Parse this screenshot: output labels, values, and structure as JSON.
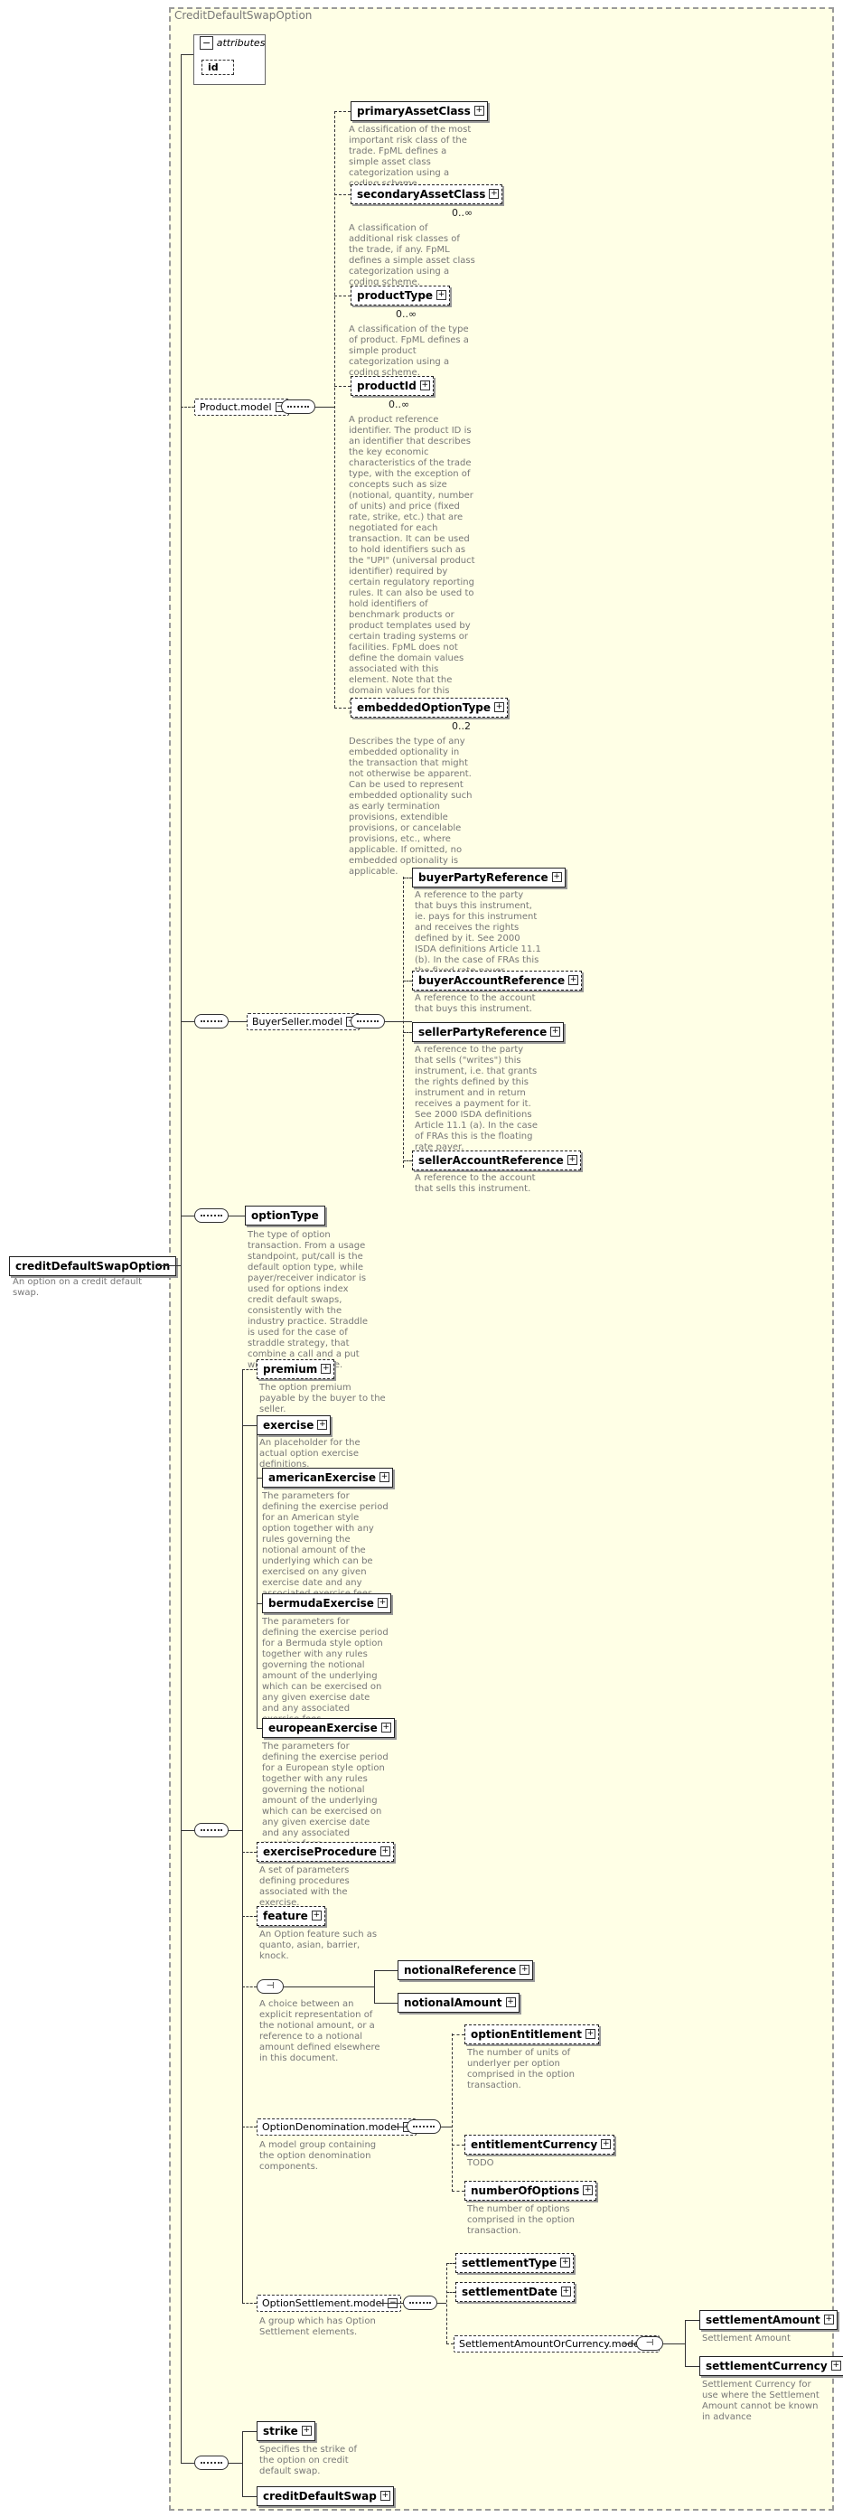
{
  "diagram": {
    "frame_title": "CreditDefaultSwapOption",
    "root": {
      "name": "creditDefaultSwapOption",
      "desc": "An option on a credit default swap."
    },
    "attributes": {
      "label": "attributes",
      "id": "id"
    },
    "product_model": {
      "label": "Product.model",
      "items": [
        {
          "name": "primaryAssetClass",
          "card": "",
          "desc": "A classification of the most important risk class of the trade. FpML defines a simple asset class categorization using a coding scheme."
        },
        {
          "name": "secondaryAssetClass",
          "card": "0..∞",
          "desc": "A classification of additional risk classes of the trade, if any. FpML defines a simple asset class categorization using a coding scheme."
        },
        {
          "name": "productType",
          "card": "0..∞",
          "desc": "A classification of the type of product. FpML defines a simple product categorization using a coding scheme."
        },
        {
          "name": "productId",
          "card": "0..∞",
          "desc": "A product reference identifier. The product ID is an identifier that describes the key economic characteristics of the trade type, with the exception of concepts such as size (notional, quantity, number of units) and price (fixed rate, strike, etc.) that are negotiated for each transaction. It can be used to hold identifiers such as the \"UPI\" (universal product identifier) required by certain regulatory reporting rules. It can also be used to hold identifiers of benchmark products or product templates used by certain trading systems or facilities. FpML does not define the domain values associated with this element. Note that the domain values for this element are not strictly an enumerated list."
        },
        {
          "name": "embeddedOptionType",
          "card": "0..2",
          "desc": "Describes the type of any embedded optionality in the transaction that might not otherwise be apparent. Can be used to represent embedded optionality such as early termination provisions, extendible provisions, or cancelable provisions, etc., where applicable. If omitted, no embedded optionality is applicable."
        }
      ]
    },
    "buyer_seller_model": {
      "label": "BuyerSeller.model",
      "items": [
        {
          "name": "buyerPartyReference",
          "desc": "A reference to the party that buys this instrument, ie. pays for this instrument and receives the rights defined by it. See 2000 ISDA definitions Article 11.1 (b). In the case of FRAs this the fixed rate payer."
        },
        {
          "name": "buyerAccountReference",
          "desc": "A reference to the account that buys this instrument."
        },
        {
          "name": "sellerPartyReference",
          "desc": "A reference to the party that sells (\"writes\") this instrument, i.e. that grants the rights defined by this instrument and in return receives a payment for it. See 2000 ISDA definitions Article 11.1 (a). In the case of FRAs this is the floating rate payer."
        },
        {
          "name": "sellerAccountReference",
          "desc": "A reference to the account that sells this instrument."
        }
      ]
    },
    "option_type": {
      "name": "optionType",
      "desc": "The type of option transaction. From a usage standpoint, put/call is the default option type, while payer/receiver indicator is used for options index credit default swaps, consistently with the industry practice. Straddle is used for the case of straddle strategy, that combine a call and a put with the same strike."
    },
    "premium": {
      "name": "premium",
      "desc": "The option premium payable by the buyer to the seller."
    },
    "exercise": {
      "name": "exercise",
      "desc": "An placeholder for the actual option exercise definitions."
    },
    "american": {
      "name": "americanExercise",
      "desc": "The parameters for defining the exercise period for an American style option together with any rules governing the notional amount of the underlying which can be exercised on any given exercise date and any associated exercise fees."
    },
    "bermuda": {
      "name": "bermudaExercise",
      "desc": "The parameters for defining the exercise period for a Bermuda style option together with any rules governing the notional amount of the underlying which can be exercised on any given exercise date and any associated exercise fees."
    },
    "european": {
      "name": "europeanExercise",
      "desc": "The parameters for defining the exercise period for a European style option together with any rules governing the notional amount of the underlying which can be exercised on any given exercise date and any associated exercise fees."
    },
    "exercise_procedure": {
      "name": "exerciseProcedure",
      "desc": "A set of parameters defining procedures associated with the exercise."
    },
    "feature": {
      "name": "feature",
      "desc": "An Option feature such as quanto, asian, barrier, knock."
    },
    "notional_choice": {
      "desc": "A choice between an explicit representation of the notional amount, or a reference to a notional amount defined elsewhere in this document."
    },
    "notional_reference": {
      "name": "notionalReference"
    },
    "notional_amount": {
      "name": "notionalAmount"
    },
    "option_denomination": {
      "label": "OptionDenomination.model",
      "desc": "A model group containing the option denomination components.",
      "items": [
        {
          "name": "optionEntitlement",
          "desc": "The number of units of underlyer per option comprised in the option transaction."
        },
        {
          "name": "entitlementCurrency",
          "desc": "TODO"
        },
        {
          "name": "numberOfOptions",
          "desc": "The number of options comprised in the option transaction."
        }
      ]
    },
    "option_settlement": {
      "label": "OptionSettlement.model",
      "desc": "A group which has Option Settlement elements.",
      "settlement_type": "settlementType",
      "settlement_date": "settlementDate",
      "amount_or_currency": "SettlementAmountOrCurrency.model",
      "settlement_amount": {
        "name": "settlementAmount",
        "desc": "Settlement Amount"
      },
      "settlement_currency": {
        "name": "settlementCurrency",
        "desc": "Settlement Currency for use where the Settlement Amount cannot be known in advance"
      }
    },
    "strike": {
      "name": "strike",
      "desc": "Specifies the strike of the option on credit default swap."
    },
    "credit_default_swap": {
      "name": "creditDefaultSwap"
    }
  }
}
